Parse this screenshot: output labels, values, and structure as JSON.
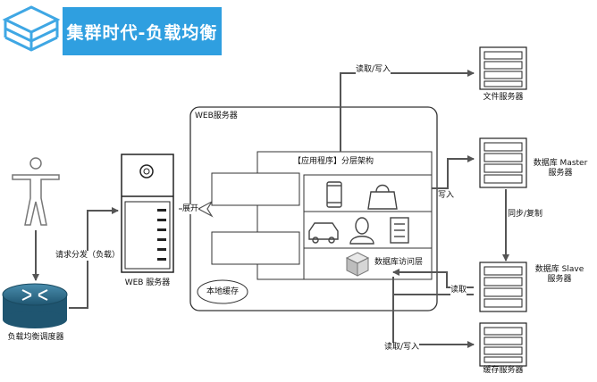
{
  "banner": {
    "title": "集群时代-负载均衡",
    "logo_icon": "stacked-layers-icon"
  },
  "nodes": {
    "balancer": "负载均衡调度器",
    "web_server": "WEB 服务器",
    "web_cluster": "WEB服务器",
    "app_layers": "【应用程序】分层架构",
    "data_access": "数据库访问层",
    "local_cache": "本地缓存",
    "file_server": "文件服务器",
    "db_master": "数据库 Master\n服务器",
    "db_slave": "数据库 Slave\n服务器",
    "cache_server": "缓存服务器",
    "layer_icons": [
      "phone-icon",
      "bag-icon",
      "car-icon",
      "person-icon",
      "document-icon",
      "cube-icon"
    ]
  },
  "edges": {
    "request_dispatch": "请求分发（负载）",
    "expand": "展开",
    "rw_file": "读取/写入",
    "write_master": "写入",
    "sync_replicate": "同步/复制",
    "read_slave": "读取",
    "rw_cache": "读取/写入"
  },
  "colors": {
    "banner": "#2f9fe0",
    "arrow": "#555555",
    "router": "#2f6f8f"
  }
}
